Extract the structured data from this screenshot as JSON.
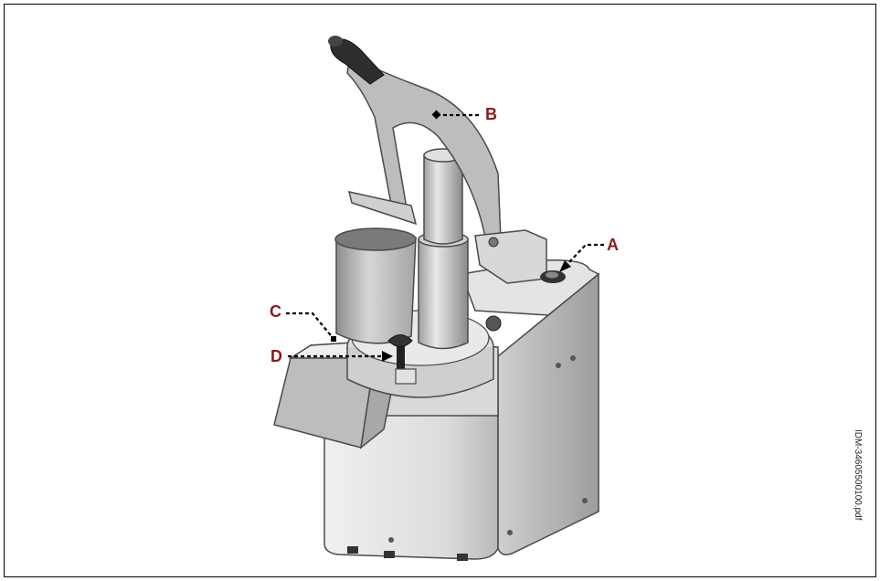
{
  "callouts": {
    "a": "A",
    "b": "B",
    "c": "C",
    "d": "D"
  },
  "doc_reference": "IDM-34605500100.pdf",
  "colors": {
    "callout_text": "#8b1a1a",
    "leader_line": "#000000",
    "metal_light": "#e6e6e6",
    "metal_mid": "#c8c8c8",
    "metal_dark": "#9a9a9a",
    "outline": "#4a4a4a"
  }
}
